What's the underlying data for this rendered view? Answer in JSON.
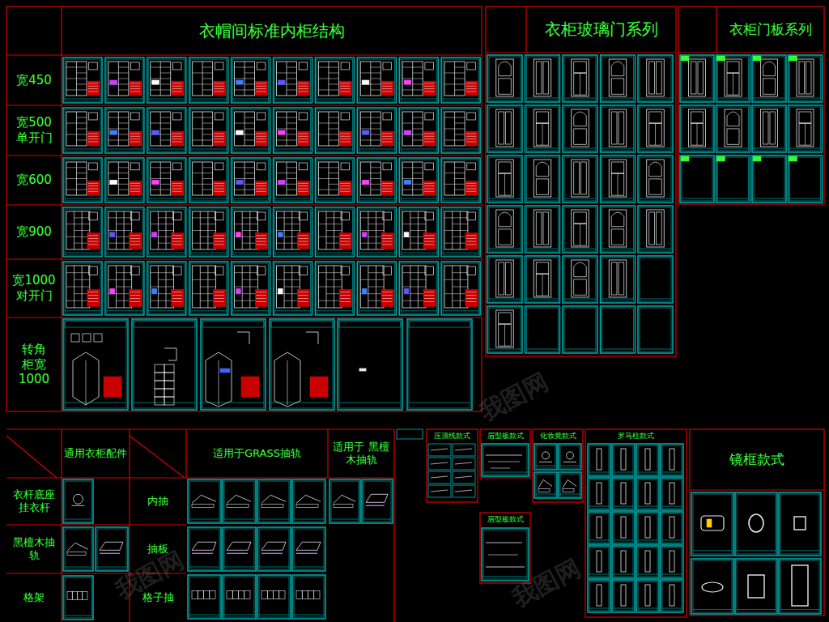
{
  "diagram": {
    "nodes": [
      {
        "text": [
          "衣帽间标准内柜结构"
        ]
      },
      {
        "text": [
          "宽450"
        ]
      },
      {
        "text": [
          "宽500 单开门"
        ]
      },
      {
        "text": [
          "宽600"
        ]
      },
      {
        "text": [
          "宽900"
        ]
      },
      {
        "text": [
          "宽1000 对开门"
        ]
      },
      {
        "text": [
          "转角 柜宽 1000"
        ]
      },
      {
        "text": [
          "衣柜玻璃门系列"
        ]
      },
      {
        "text": [
          "衣柜门板系列"
        ]
      },
      {
        "text": [
          "通用衣柜配件"
        ]
      },
      {
        "text": [
          "适用于GRASS抽轨"
        ]
      },
      {
        "text": [
          "适用于 黑檀木抽轨"
        ]
      },
      {
        "text": [
          "衣杆底座 挂衣杆"
        ]
      },
      {
        "text": [
          "内抽"
        ]
      },
      {
        "text": [
          "黑檀木抽轨"
        ]
      },
      {
        "text": [
          "抽板"
        ]
      },
      {
        "text": [
          "格架"
        ]
      },
      {
        "text": [
          "格子抽"
        ]
      },
      {
        "text": [
          "压顶线款式"
        ]
      },
      {
        "text": [
          "眉型板款式"
        ]
      },
      {
        "text": [
          "化妆凳款式"
        ]
      },
      {
        "text": [
          "罗马柱款式"
        ]
      },
      {
        "text": [
          "眉型板款式"
        ]
      },
      {
        "text": [
          "镜框款式"
        ]
      }
    ],
    "labels": [
      "我图网",
      "我图网",
      "我图网"
    ]
  }
}
